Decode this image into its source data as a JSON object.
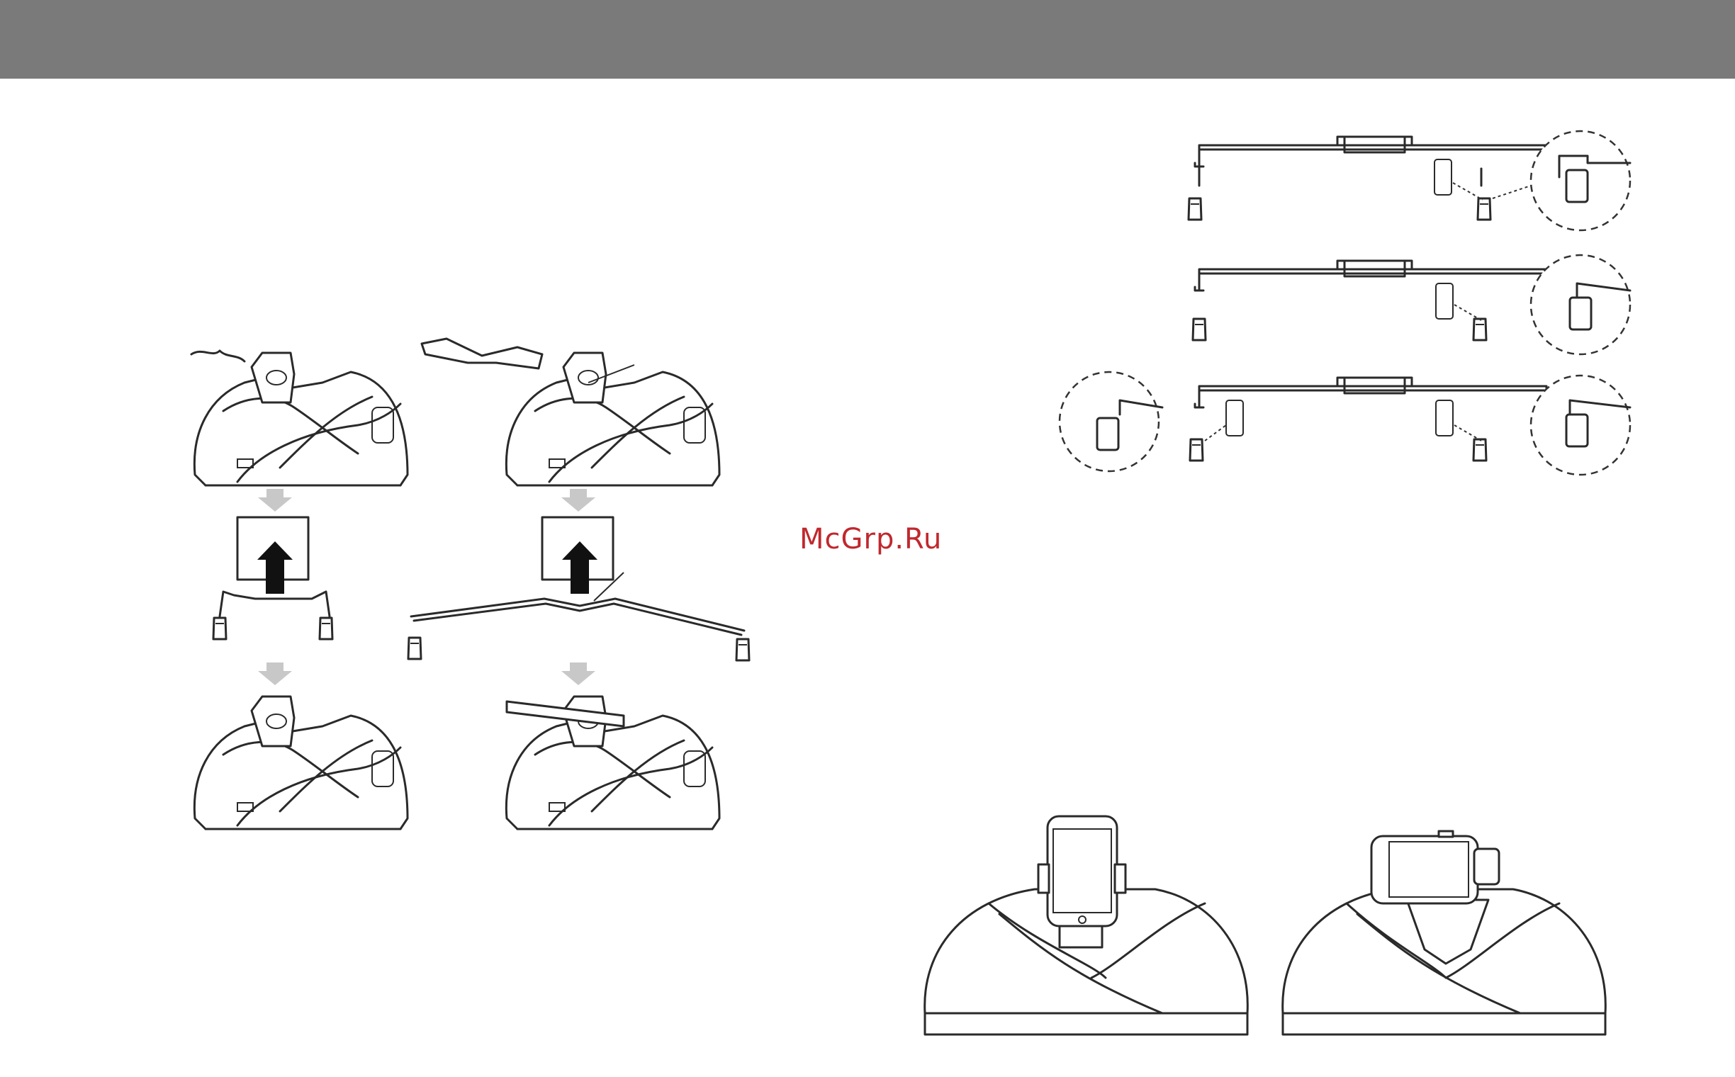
{
  "header": {
    "bar_color": "#7a7a7a"
  },
  "watermark": {
    "text": "McGrp.Ru",
    "color": "#c0282d"
  },
  "figures": {
    "adapter_install": {
      "icon": "dock-adapter-installation-diagram"
    },
    "wire_bracket_steps": {
      "icon": "wire-bracket-diagram"
    },
    "docked_devices": {
      "icon": "docked-phone-diagram"
    }
  }
}
